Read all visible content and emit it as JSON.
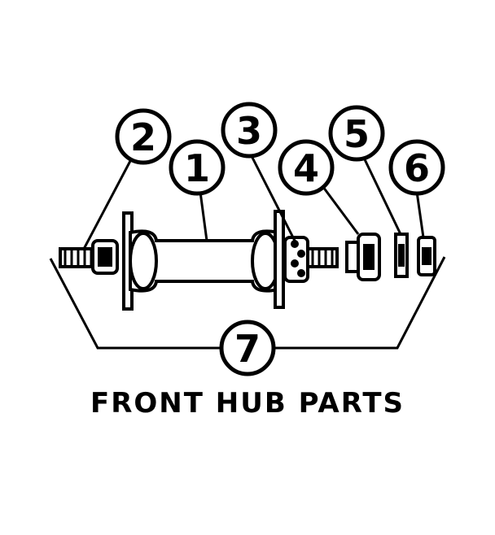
{
  "diagram": {
    "caption": "FRONT HUB PARTS",
    "callouts": {
      "c1": "1",
      "c2": "2",
      "c3": "3",
      "c4": "4",
      "c5": "5",
      "c6": "6",
      "c7": "7"
    },
    "line_color": "#000000",
    "background_color": "#ffffff"
  }
}
